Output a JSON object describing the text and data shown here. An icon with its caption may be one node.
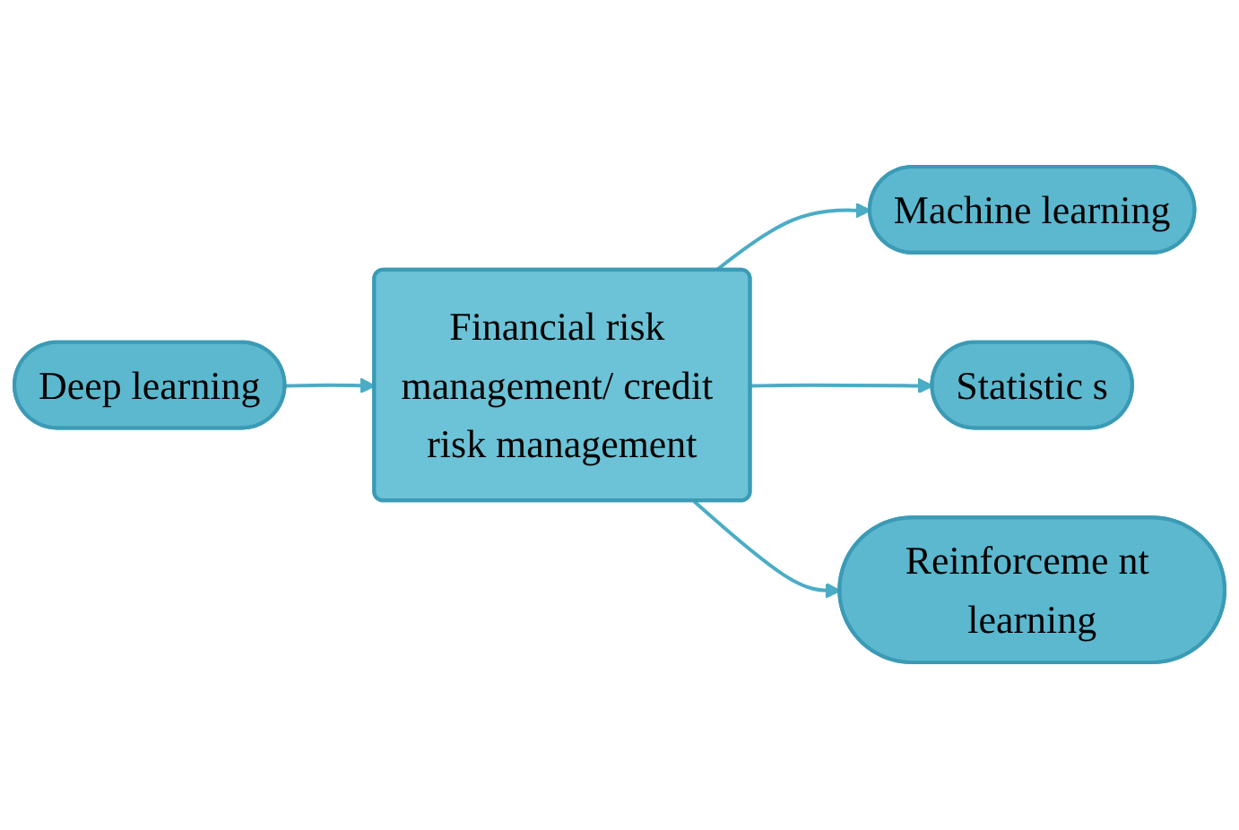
{
  "diagram": {
    "nodes": [
      {
        "text": [
          "Machine learning"
        ]
      },
      {
        "text": [
          "Statistic s"
        ]
      },
      {
        "text": [
          "Financial risk management/ credit risk management"
        ]
      },
      {
        "text": [
          "Deep learning"
        ]
      },
      {
        "text": [
          "Reinforceme nt learning"
        ]
      }
    ],
    "edges": [
      {
        "from": 2,
        "to": 0,
        "arrow": "to"
      },
      {
        "from": 2,
        "to": 1,
        "arrow": "to"
      },
      {
        "from": 3,
        "to": 2,
        "arrow": "to"
      },
      {
        "from": 2,
        "to": 4,
        "arrow": "to"
      }
    ]
  }
}
